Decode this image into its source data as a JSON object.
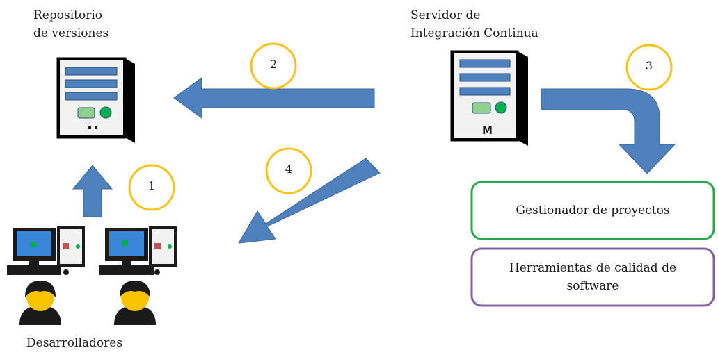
{
  "labels": {
    "repository_line1": "Repositorio",
    "repository_line2": "de versiones",
    "ci_server_line1": "Servidor de",
    "ci_server_line2": "Integración Continua",
    "developers": "Desarrolladores",
    "server_marker": "M"
  },
  "boxes": {
    "project_manager": "Gestionador de proyectos",
    "quality_tools": "Herramientas de calidad de software"
  },
  "steps": [
    "1",
    "2",
    "3",
    "4"
  ],
  "colors": {
    "arrow": "#4f81bd",
    "arrow_stroke": "#3a6596",
    "circle": "#f9c21b",
    "project_manager_border": "#29a84a",
    "quality_tools_border": "#8064a2",
    "server_body": "#f2f2f2",
    "server_bay": "#4f81bd",
    "server_led_green": "#00b050",
    "monitor_screen": "#3a87d8",
    "person_head": "#f7c300",
    "person_body": "#1a1a1a"
  }
}
